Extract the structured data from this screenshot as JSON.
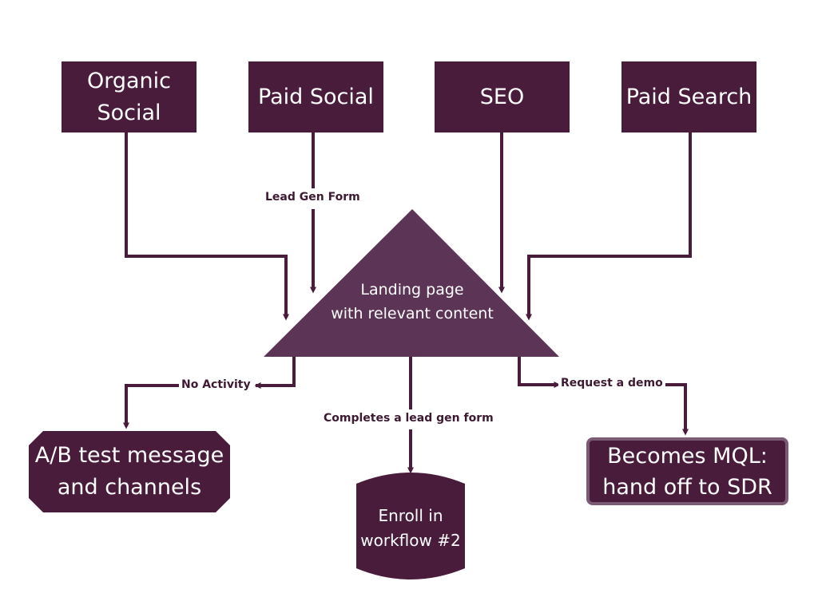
{
  "colors": {
    "box": "#4a1c3c",
    "triangle": "#5c3556",
    "line": "#4a1c3c",
    "text_on_dark": "#ffffff",
    "mql_border": "#7b5a74"
  },
  "sources": [
    {
      "line1": "Organic",
      "line2": "Social"
    },
    {
      "line1": "Paid Social"
    },
    {
      "line1": "SEO"
    },
    {
      "line1": "Paid Search"
    }
  ],
  "landing": {
    "line1": "Landing page",
    "line2": "with relevant content"
  },
  "edge_labels": {
    "lead_gen_form": "Lead Gen Form",
    "no_activity": "No Activity",
    "completes_form": "Completes a lead gen form",
    "request_demo": "Request a demo"
  },
  "outcomes": {
    "ab_test": {
      "line1": "A/B test message",
      "line2": "and channels"
    },
    "enroll": {
      "line1": "Enroll in",
      "line2": "workflow #2"
    },
    "mql": {
      "line1": "Becomes MQL:",
      "line2": "hand off to SDR"
    }
  }
}
